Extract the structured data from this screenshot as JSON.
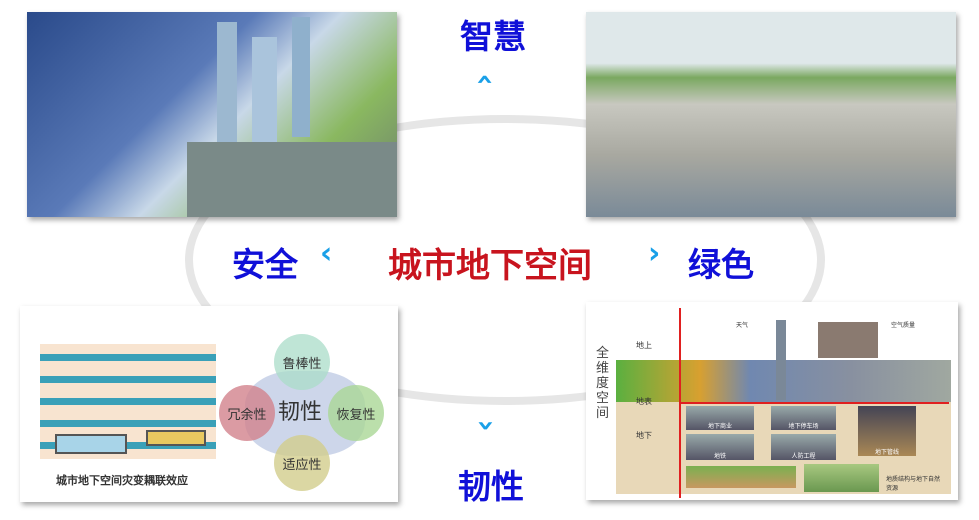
{
  "center_title": "城市地下空间",
  "directions": {
    "top": "智慧",
    "left": "安全",
    "right": "绿色",
    "bottom": "韧性"
  },
  "bottom_left": {
    "caption": "城市地下空间灾变耦联效应",
    "center": "韧性",
    "petals": [
      "鲁棒性",
      "冗余性",
      "恢复性",
      "适应性"
    ]
  },
  "bottom_right": {
    "vertical_label": [
      "全",
      "维",
      "度",
      "空",
      "间"
    ],
    "levels": [
      "地上",
      "地表",
      "地下"
    ],
    "labels": {
      "weather": "天气",
      "air": "空气质量",
      "commercial": "地下商业",
      "parking": "地下停车场",
      "metro": "地铁",
      "defense": "人防工程",
      "pipes": "地下管线",
      "geology": "地质结构与地下自然资源"
    }
  },
  "colors": {
    "title_blue": "#1010d8",
    "center_red": "#c8141e",
    "chevron": "#1aa0e8"
  }
}
